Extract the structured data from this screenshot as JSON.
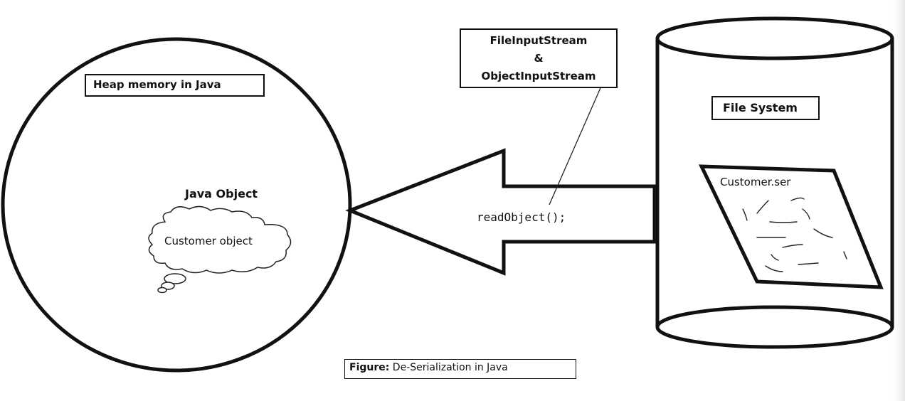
{
  "heap": {
    "title": "Heap memory in Java",
    "object_label": "Java Object",
    "cloud_label": "Customer object"
  },
  "streams": {
    "line1": "FileInputStream",
    "line2": "&",
    "line3": "ObjectInputStream"
  },
  "arrow": {
    "method_label": "readObject();"
  },
  "file_system": {
    "title": "File System",
    "file_name": "Customer.ser"
  },
  "caption": {
    "prefix": "Figure:",
    "text": " De-Serialization in Java"
  },
  "colors": {
    "stroke": "#111111",
    "background": "#ffffff"
  }
}
